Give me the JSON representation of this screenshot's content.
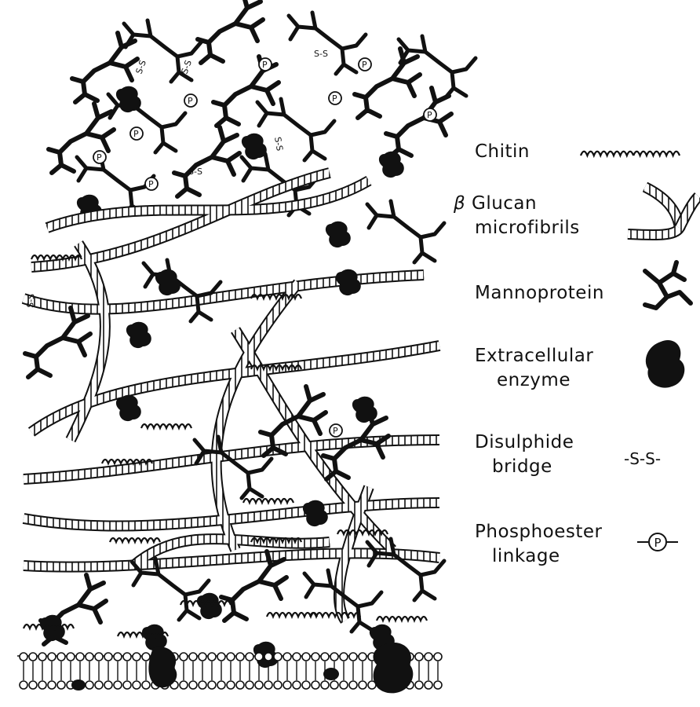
{
  "legend": {
    "chitin": "Chitin",
    "glucan_line1": "Glucan",
    "glucan_line2": "microfibrils",
    "glucan_prefix": "β",
    "mannoprotein": "Mannoprotein",
    "enzyme_line1": "Extracellular",
    "enzyme_line2": "enzyme",
    "disulphide_line1": "Disulphide",
    "disulphide_line2": "bridge",
    "disulphide_symbol": "-S-S-",
    "phospho_line1": "Phosphoester",
    "phospho_line2": "linkage",
    "phospho_symbol": "P"
  },
  "diagram_labels": {
    "ss": "S-S",
    "p": "P"
  },
  "colors": {
    "ink": "#111111",
    "paper": "#ffffff"
  }
}
